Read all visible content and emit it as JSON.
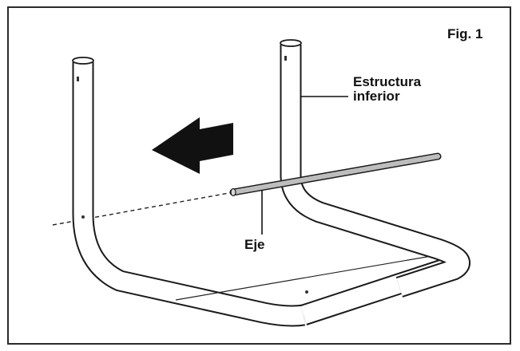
{
  "figure": {
    "label": "Fig. 1"
  },
  "callouts": {
    "frame_part_line1": "Estructura",
    "frame_part_line2": "inferior",
    "axle": "Eje"
  },
  "colors": {
    "ink": "#111111",
    "tube_fill": "#ffffff",
    "axle_fill": "#bdbdbd",
    "border": "#2b2b2b"
  },
  "icons": {
    "direction": "arrow-left-icon"
  }
}
